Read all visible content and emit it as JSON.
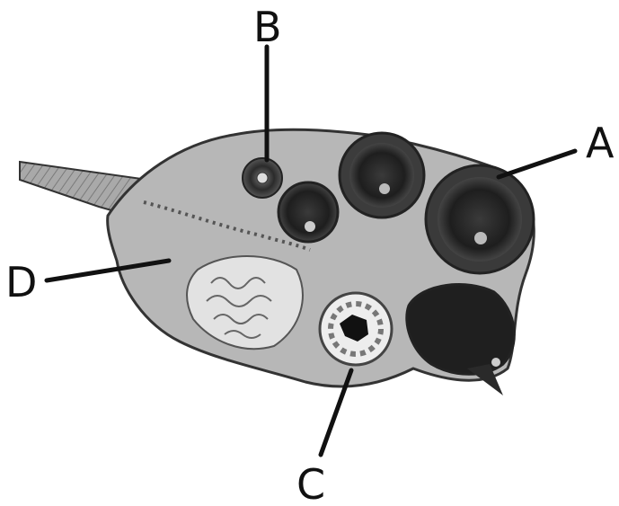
{
  "labels": {
    "a": "A",
    "b": "B",
    "c": "C",
    "d": "D"
  },
  "colors": {
    "outline": "#111111",
    "tissue": "#9a9a9a",
    "tissue_light": "#cfcfcf",
    "follicle_dark": "#2a2a2a",
    "background": "#ffffff"
  }
}
